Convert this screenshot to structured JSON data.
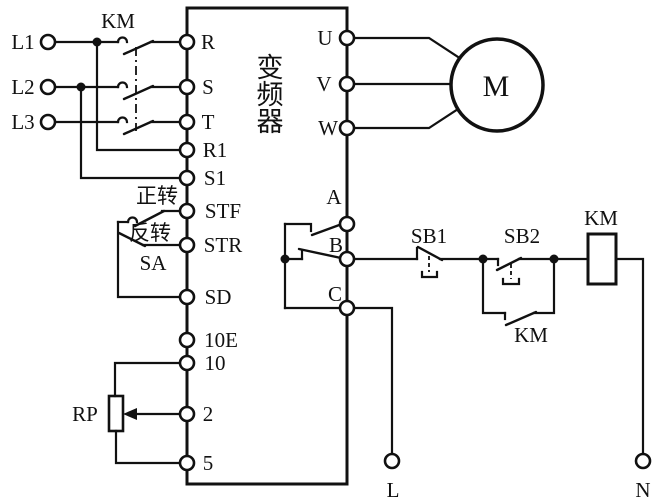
{
  "diagram": {
    "power_inputs": [
      "L1",
      "L2",
      "L3"
    ],
    "contactor_label": "KM",
    "inverter": {
      "title": "变频器",
      "title_chars": [
        "变",
        "频",
        "器"
      ],
      "left_terminals": [
        "R",
        "S",
        "T",
        "R1",
        "S1",
        "STF",
        "STR",
        "SD",
        "10E",
        "10",
        "2",
        "5"
      ],
      "output_terminals": [
        "U",
        "V",
        "W"
      ],
      "relay_terminals": [
        "A",
        "B",
        "C"
      ]
    },
    "switches": {
      "forward": "正转",
      "reverse": "反转",
      "selector": "SA",
      "potentiometer": "RP"
    },
    "motor_label": "M",
    "control": {
      "stop_button": "SB1",
      "start_button": "SB2",
      "coil_label": "KM",
      "aux_contact_label": "KM"
    },
    "supply": {
      "line": "L",
      "neutral": "N"
    },
    "colors": {
      "line": "#111111",
      "background": "#ffffff"
    }
  }
}
